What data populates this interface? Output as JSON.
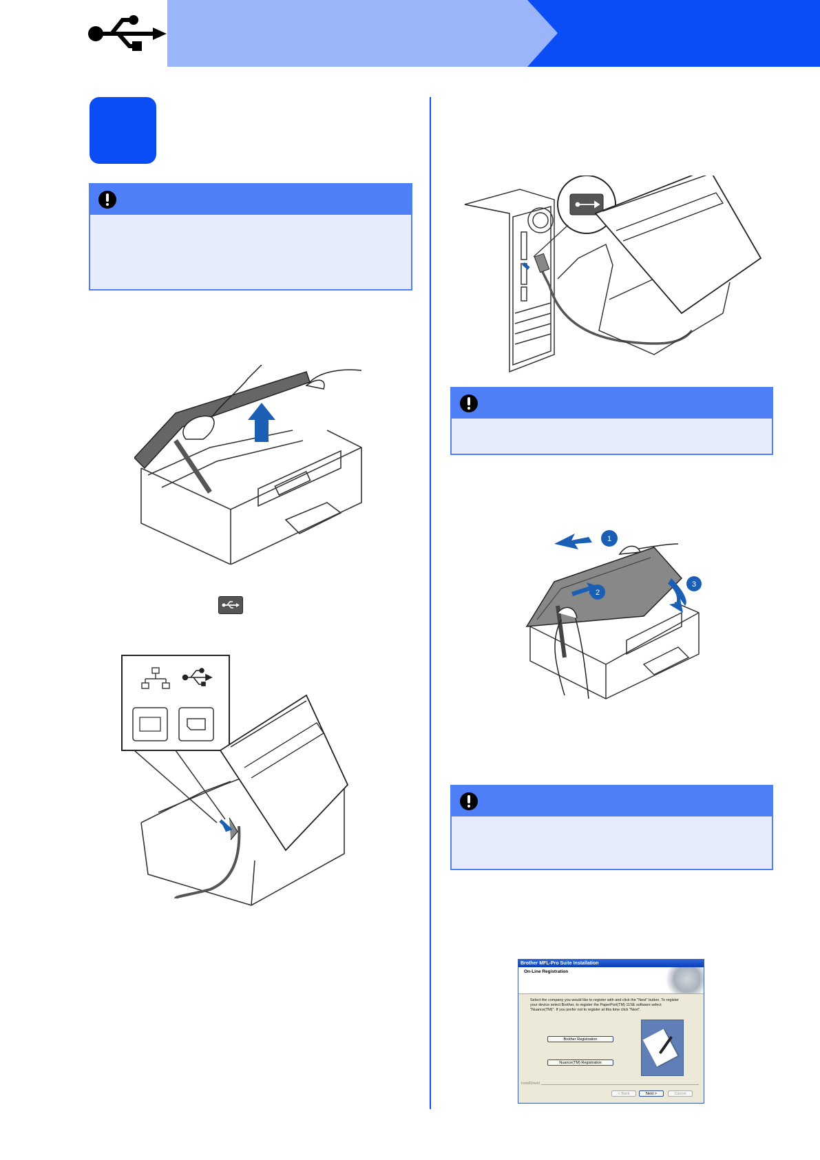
{
  "icons": {
    "usb_logo": "usb-icon",
    "inline_usb": "usb-icon",
    "warning": "exclamation-icon",
    "network_port": "network-icon"
  },
  "colors": {
    "header_light": "#9bb5fb",
    "header_dark": "#0a4df5",
    "notice_bar": "#4f7ff7",
    "notice_body": "#e7ecfd"
  },
  "illustration_labels": {
    "step_one": "1",
    "step_two": "2",
    "step_three": "3"
  },
  "dialog": {
    "title": "Brother MFL-Pro Suite Installation",
    "heading": "On-Line Registration",
    "body": "Select the company you would like to register with and click the \"Next\" button. To register your device select Brother, to register the PaperPort(TM) 11SE software select \"Nuance(TM)\". If you prefer not to register at this time click \"Next\".",
    "button_brother": "Brother Registration",
    "button_nuance": "Nuance(TM) Registration",
    "installshield": "InstallShield",
    "back": "< Back",
    "next": "Next >",
    "cancel": "Cancel"
  }
}
